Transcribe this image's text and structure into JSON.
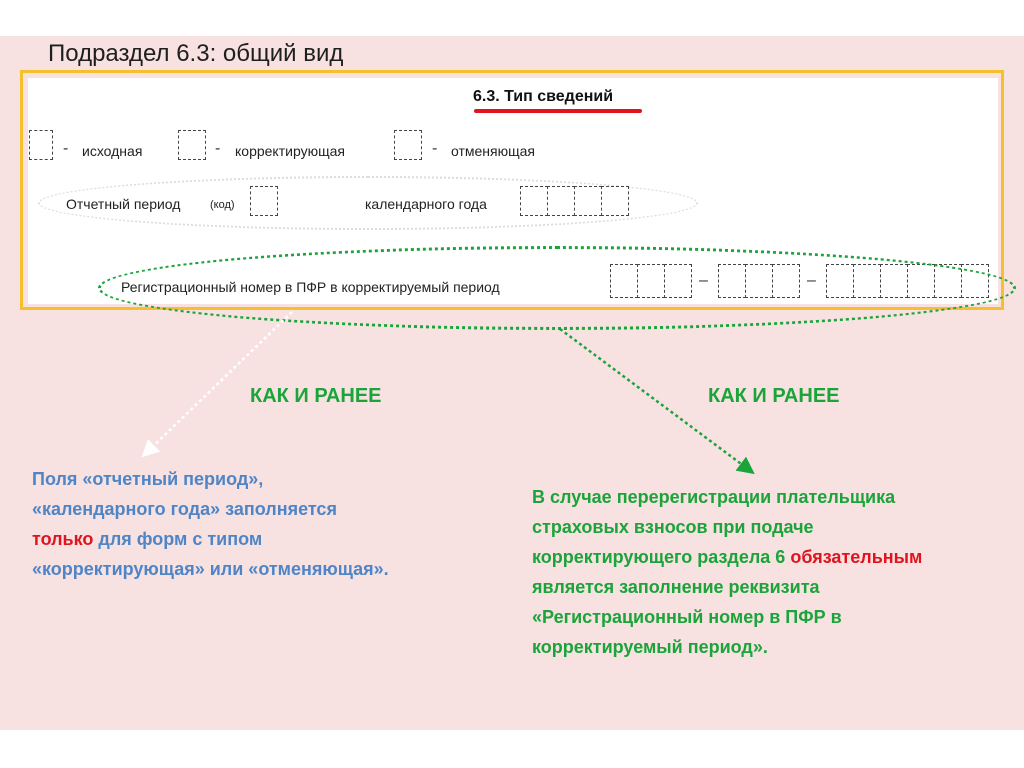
{
  "slide": {
    "title": "Подраздел  6.3: общий вид"
  },
  "form": {
    "heading": "6.3. Тип сведений",
    "options": [
      {
        "dash": "-",
        "label": "исходная"
      },
      {
        "dash": "-",
        "label": "корректирующая"
      },
      {
        "dash": "-",
        "label": "отменяющая"
      }
    ],
    "period_label": "Отчетный период",
    "period_code": "(код)",
    "year_label": "календарного года",
    "reg_label": "Регистрационный номер в ПФР в корректируемый период",
    "reg_sep1": "–",
    "reg_sep2": "–"
  },
  "annotations": {
    "left_tag": "КАК И РАНЕЕ",
    "right_tag": "КАК И РАНЕЕ",
    "left_note": {
      "before": "Поля «отчетный период», «календарного года» заполняется ",
      "highlight": "только",
      "after": " для форм с типом «корректирующая» или «отменяющая»."
    },
    "right_note": {
      "before": "В случае перерегистрации плательщика страховых взносов при подаче корректирующего раздела 6 ",
      "highlight": "обязательным",
      "after": " является заполнение реквизита «Регистрационный номер в ПФР в корректируемый период»."
    }
  },
  "colors": {
    "accent_green": "#1aa43a",
    "accent_blue": "#4f85c6",
    "highlight_red": "#e0141e",
    "frame_yellow": "#f5c02c",
    "slide_background": "#f7e1e1"
  }
}
